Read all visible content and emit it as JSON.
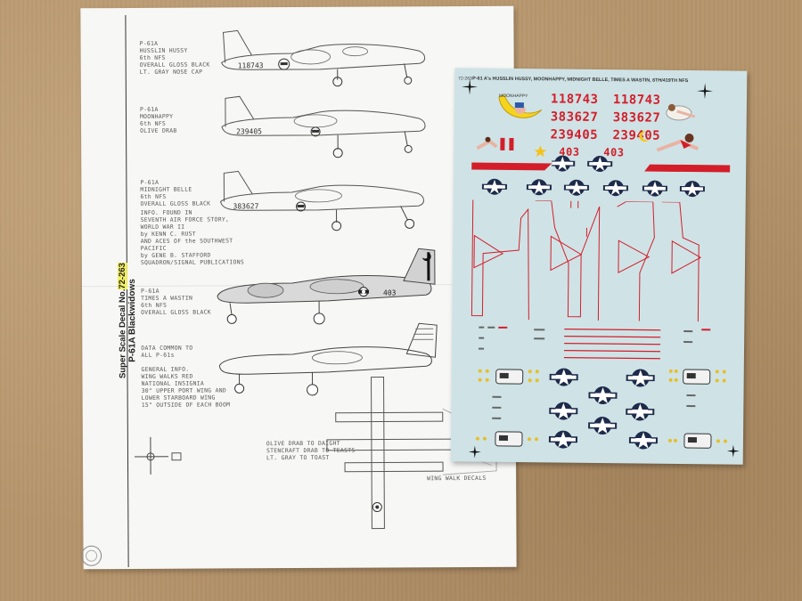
{
  "sheet": {
    "title_line1_prefix": "Super Scale Decal No.",
    "title_line1_number": "72-263",
    "title_line2": "P-61A Blackwidows",
    "aircraft": [
      {
        "text": "P-61A\nHUSSLIN HUSSY\n6th NFS\nOVERALL GLOSS BLACK\nLT. GRAY NOSE CAP",
        "serial": "118743"
      },
      {
        "text": "P-61A\nMOONHAPPY\n6th NFS\nOLIVE DRAB",
        "serial": "239405"
      },
      {
        "text": "P-61A\nMIDNIGHT BELLE\n6th NFS\nOVERALL GLOSS BLACK",
        "serial": "383627"
      },
      {
        "text": "P-61A\nTIMES A WASTIN\n6th NFS\nOVERALL GLOSS BLACK",
        "serial": "403"
      }
    ],
    "info_found": "INFO. FOUND IN\nSEVENTH AIR FORCE STORY,\nWORLD WAR II\nby KENN C. RUST\nAND ACES OF the SOUTHWEST\nPACIFIC\nby GENE B. STAFFORD\nSQUADRON/SIGNAL PUBLICATIONS",
    "data_common": "DATA COMMON TO\nALL P-61s",
    "general_info": "GENERAL INFO.\nWING WALKS RED\nNATIONAL INSIGNIA\n30\" UPPER PORT WING AND\nLOWER STARBOARD WING\n15\" OUTSIDE OF EACH BOOM",
    "drab_note": "OLIVE DRAB TO DAIGHT\nSTENCRAFT DRAB TO TEASTS\nLT. GRAY TO TOAST",
    "wing_note": "WING WALK DECALS"
  },
  "decal": {
    "code": "72-263",
    "title": "P-61 A's HUSSLIN HUSSY, MOONHAPPY, MIDNIGHT BELLE, TIMES A WASTIN, 6TH/419TH NFS",
    "serials": {
      "row1": [
        "118743",
        "118743"
      ],
      "row2": [
        "383627",
        "383627"
      ],
      "row3": [
        "239405",
        "239405"
      ],
      "row4": [
        "403",
        "403"
      ]
    }
  },
  "colors": {
    "cardboard": "#b5946b",
    "paper": "#f7f7f5",
    "decal_film": "#cfe3e6",
    "decal_red": "#d31e2a",
    "insignia_blue": "#1d2a4a",
    "highlight": "#f3f066"
  }
}
